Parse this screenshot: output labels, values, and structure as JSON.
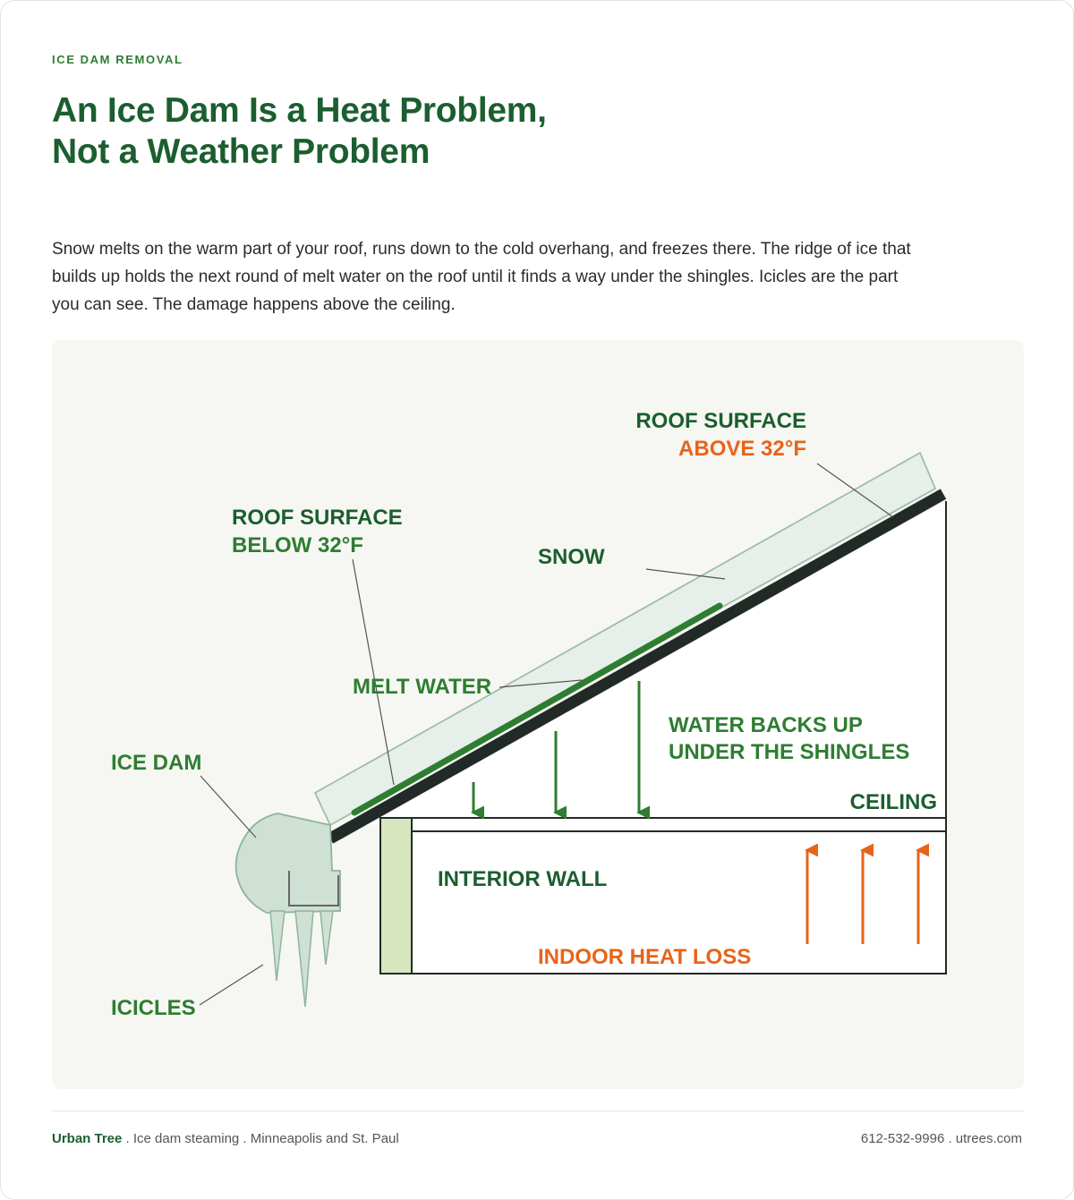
{
  "header": {
    "eyebrow": "ICE DAM REMOVAL",
    "title": "An Ice Dam Is a Heat Problem, Not a Weather Problem",
    "intro": "Snow melts on the warm part of your roof, runs down to the cold overhang, and freezes there. The ridge of ice that builds up holds the next round of melt water on the roof until it finds a way under the shingles. Icicles are the part you can see. The damage happens above the ceiling."
  },
  "diagram": {
    "labels": {
      "roof_warm_line1": "ROOF SURFACE",
      "roof_warm_line2": "ABOVE 32°F",
      "roof_cold_line1": "ROOF SURFACE",
      "roof_cold_line2": "BELOW 32°F",
      "snow": "SNOW",
      "melt_water": "MELT WATER",
      "backs_up_line1": "WATER BACKS UP",
      "backs_up_line2": "UNDER THE SHINGLES",
      "ice_dam": "ICE DAM",
      "ceiling": "CEILING",
      "interior_wall": "INTERIOR WALL",
      "heat_loss": "INDOOR HEAT LOSS",
      "icicles": "ICICLES"
    },
    "colors": {
      "dark_green": "#1b5e2f",
      "green": "#2e7d32",
      "orange": "#e8631a",
      "roof": "#222a28",
      "snow_fill": "#e6efe9",
      "ice_fill": "#cfe0d5",
      "wall_fill": "#d8e6c0"
    },
    "icons": [
      "melt-arrow-icon",
      "heat-arrow-icon"
    ]
  },
  "footer": {
    "brand": "Urban Tree",
    "tagline": " . Ice dam steaming . Minneapolis and St. Paul",
    "contact": "612-532-9996 . utrees.com"
  }
}
